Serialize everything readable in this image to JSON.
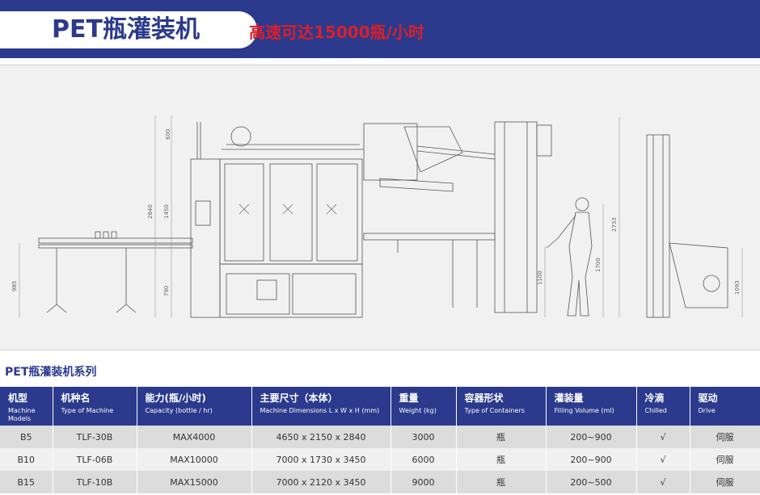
{
  "banner": {
    "title": "PET瓶灌装机",
    "subtitle": "高速可达15000瓶/小时"
  },
  "drawing": {
    "dimensions": [
      "600",
      "2840",
      "1450",
      "790",
      "985",
      "1700",
      "1100",
      "2733",
      "1093"
    ]
  },
  "series_title": "PET瓶灌装机系列",
  "table": {
    "headers": [
      {
        "zh": "机型",
        "en": "Machine Models"
      },
      {
        "zh": "机种名",
        "en": "Type of Machine"
      },
      {
        "zh": "能力(瓶/小时)",
        "en": "Capacity (bottle / hr)"
      },
      {
        "zh": "主要尺寸（本体）",
        "en": "Machine Dimensions L x W x H  (mm)"
      },
      {
        "zh": "重量",
        "en": "Weight (kg)"
      },
      {
        "zh": "容器形状",
        "en": "Type of Containers"
      },
      {
        "zh": "灌装量",
        "en": "Filling Volume (ml)"
      },
      {
        "zh": "冷滴",
        "en": "Chilled"
      },
      {
        "zh": "驱动",
        "en": "Drive"
      }
    ],
    "rows": [
      [
        "B5",
        "TLF-30B",
        "MAX4000",
        "4650 x 2150 x 2840",
        "3000",
        "瓶",
        "200~900",
        "√",
        "伺服"
      ],
      [
        "B10",
        "TLF-06B",
        "MAX10000",
        "7000 x 1730 x 3450",
        "6000",
        "瓶",
        "200~900",
        "√",
        "伺服"
      ],
      [
        "B15",
        "TLF-10B",
        "MAX15000",
        "7000 x 2120 x 3450",
        "9000",
        "瓶",
        "200~500",
        "√",
        "伺服"
      ]
    ]
  }
}
